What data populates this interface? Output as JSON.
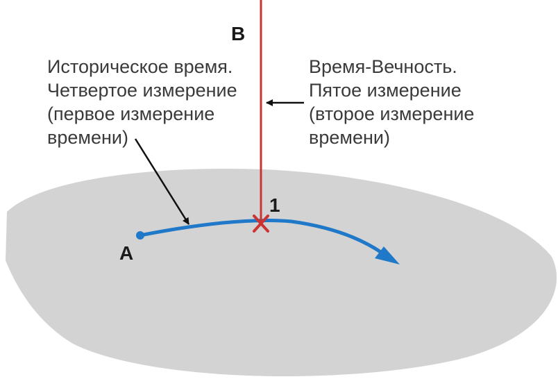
{
  "labels": {
    "point_b": "B",
    "point_a": "A",
    "point_1": "1"
  },
  "left_caption": {
    "line1": "Историческое время.",
    "line2": "Четвертое измерение",
    "line3": "(первое измерение",
    "line4": "времени)"
  },
  "right_caption": {
    "line1": "Время-Вечность.",
    "line2": "Пятое измерение",
    "line3": "(второе измерение",
    "line4": "времени)"
  },
  "colors": {
    "plane": "#d3d3d3",
    "vertical_line": "#cc3333",
    "time_arrow": "#1f78c8",
    "pointer_arrows": "#111111",
    "text": "#3a3a3a"
  }
}
